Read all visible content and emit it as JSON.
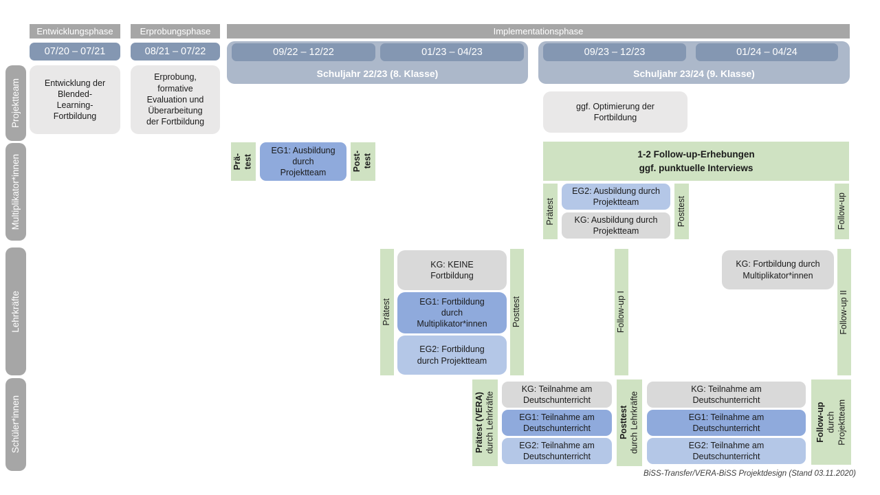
{
  "phases": {
    "entwicklung": "Entwicklungsphase",
    "erprobung": "Erprobungsphase",
    "implementation": "Implementationsphase"
  },
  "dates": {
    "d1": "07/20 – 07/21",
    "d2": "08/21 – 07/22",
    "d3": "09/22 – 12/22",
    "d4": "01/23 – 04/23",
    "d5": "09/23 – 12/23",
    "d6": "01/24 – 04/24"
  },
  "school_years": {
    "y1": "Schuljahr 22/23 (8. Klasse)",
    "y2": "Schuljahr 23/24 (9. Klasse)"
  },
  "row_labels": {
    "projektteam": "Projektteam",
    "multiplikatoren": "Multiplikator*innen",
    "lehrkraefte": "Lehrkräfte",
    "schueler": "Schüler*innen"
  },
  "projektteam": {
    "entwicklung_lines": [
      "Entwicklung der",
      "Blended-",
      "Learning-",
      "Fortbildung"
    ],
    "erprobung_lines": [
      "Erprobung,",
      "formative",
      "Evaluation und",
      "Überarbeitung",
      "der Fortbildung"
    ],
    "optimierung_lines": [
      "ggf. Optimierung der",
      "Fortbildung"
    ]
  },
  "multiplikatoren": {
    "praetest_l1": "Prä-",
    "praetest_l2": "test",
    "eg1_lines": [
      "EG1: Ausbildung",
      "durch",
      "Projektteam"
    ],
    "posttest_l1": "Post-",
    "posttest_l2": "test",
    "followup_box_l1": "1-2 Follow-up-Erhebungen",
    "followup_box_l2": "ggf. punktuelle Interviews",
    "praetest2": "Prätest",
    "eg2_lines": [
      "EG2: Ausbildung durch",
      "Projektteam"
    ],
    "kg_lines": [
      "KG: Ausbildung durch",
      "Projektteam"
    ],
    "posttest2": "Posttest",
    "followup": "Follow-up"
  },
  "lehrkraefte": {
    "praetest": "Prätest",
    "kg_lines": [
      "KG: KEINE",
      "Fortbildung"
    ],
    "eg1_lines": [
      "EG1: Fortbildung",
      "durch",
      "Multiplikator*innen"
    ],
    "eg2_lines": [
      "EG2: Fortbildung",
      "durch Projektteam"
    ],
    "posttest": "Posttest",
    "followup1": "Follow-up I",
    "kg2_lines": [
      "KG: Fortbildung durch",
      "Multiplikator*innen"
    ],
    "followup2": "Follow-up II"
  },
  "schueler": {
    "praetest_main": "Prätest (VERA)",
    "praetest_sub": "durch Lehrkräfte",
    "kg_lines": [
      "KG: Teilnahme am",
      "Deutschunterricht"
    ],
    "eg1_lines": [
      "EG1: Teilnahme am",
      "Deutschunterricht"
    ],
    "eg2_lines": [
      "EG2: Teilnahme am",
      "Deutschunterricht"
    ],
    "posttest_main": "Posttest",
    "posttest_sub": "durch Lehrkräfte",
    "followup_main": "Follow-up",
    "followup_sub1": "durch",
    "followup_sub2": "Projektteam"
  },
  "footer": {
    "credit": "BiSS-Transfer/VERA-BiSS Projektdesign (Stand 03.11.2020)"
  },
  "colors": {
    "phase_bar_gray": "#A6A6A6",
    "date_bar_blue": "#8497B2",
    "year_container_blue": "#ACB8CA",
    "card_light_gray": "#E9E8E8",
    "kg_gray": "#D9D9D9",
    "eg1_blue_medium": "#8FAADC",
    "eg2_blue_light": "#B4C7E7",
    "measure_green": "#CFE2C2",
    "text_white": "#FFFFFF",
    "text_black": "#1A1A1A"
  }
}
